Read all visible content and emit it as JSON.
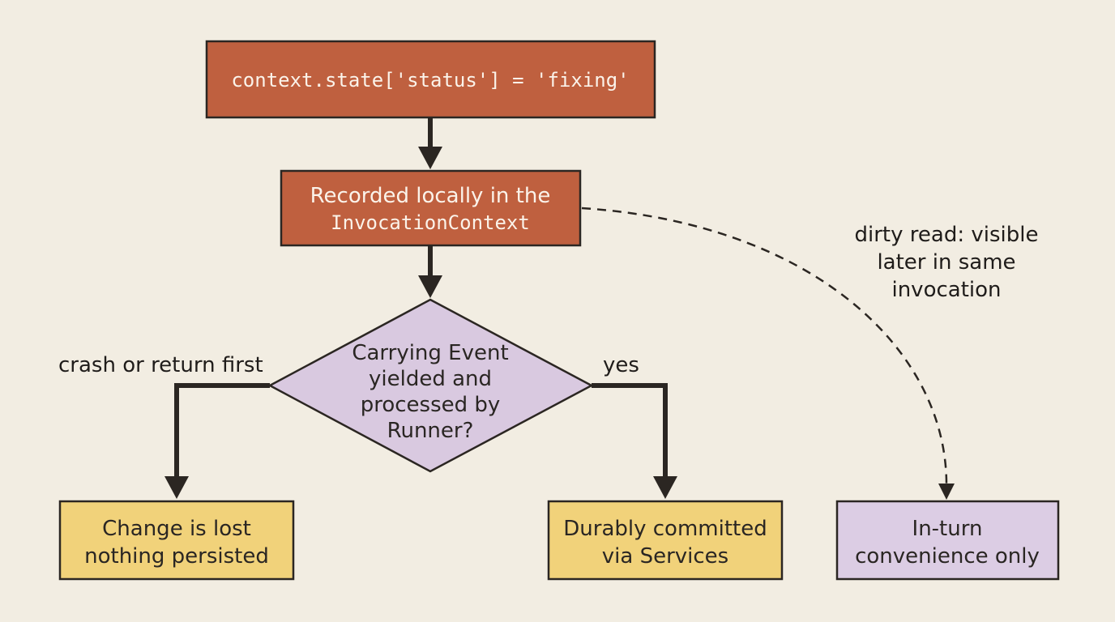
{
  "colors": {
    "background": "#f2ede2",
    "process_fill": "#bf603f",
    "decision_fill": "#d9c9e0",
    "outcome_fill": "#f1d27a",
    "inturn_fill": "#dccde4",
    "stroke": "#2b2622"
  },
  "nodes": {
    "assign": {
      "code": "context.state['status'] = 'fixing'"
    },
    "recorded": {
      "line1": "Recorded locally in the",
      "code": "InvocationContext"
    },
    "decision": {
      "lines": [
        "Carrying Event",
        "yielded and",
        "processed by",
        "Runner?"
      ]
    },
    "lost": {
      "lines": [
        "Change is lost",
        "nothing persisted"
      ]
    },
    "committed": {
      "lines": [
        "Durably committed",
        "via Services"
      ]
    },
    "inturn": {
      "lines": [
        "In-turn",
        "convenience only"
      ]
    }
  },
  "edges": {
    "no_label": "crash or return first",
    "yes_label": "yes",
    "dirty_label": [
      "dirty read: visible",
      "later in same",
      "invocation"
    ]
  }
}
